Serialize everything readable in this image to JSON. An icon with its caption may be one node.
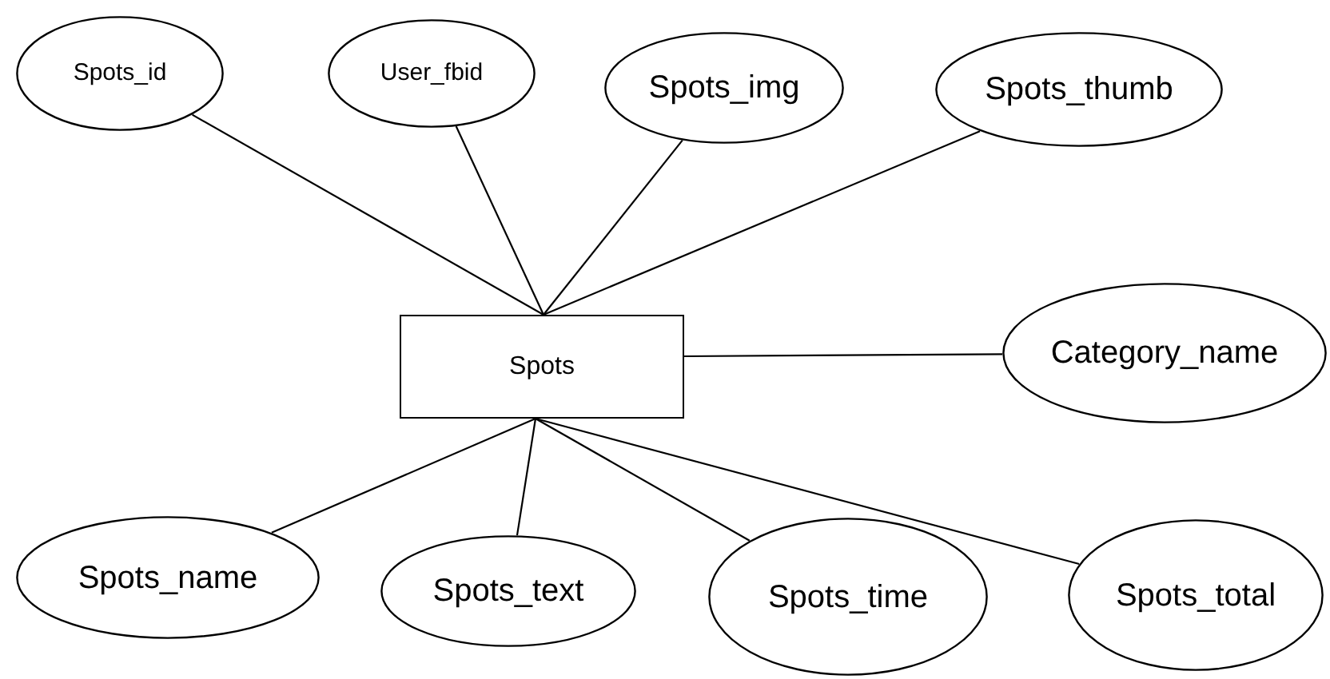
{
  "diagram": {
    "nodes": [
      {
        "text": [
          "Spots_id"
        ]
      },
      {
        "text": [
          "User_fbid"
        ]
      },
      {
        "text": [
          "Spots_img"
        ]
      },
      {
        "text": [
          "Spots_thumb"
        ]
      },
      {
        "text": [
          "Spots"
        ]
      },
      {
        "text": [
          "Category_name"
        ]
      },
      {
        "text": [
          "Spots_name"
        ]
      },
      {
        "text": [
          "Spots_text"
        ]
      },
      {
        "text": [
          "Spots_time"
        ]
      },
      {
        "text": [
          "Spots_total"
        ]
      }
    ],
    "edges": [
      {
        "from": 4,
        "to": 0,
        "arrow": "none"
      },
      {
        "from": 4,
        "to": 1,
        "arrow": "none"
      },
      {
        "from": 4,
        "to": 2,
        "arrow": "none"
      },
      {
        "from": 4,
        "to": 3,
        "arrow": "none"
      },
      {
        "from": 4,
        "to": 5,
        "arrow": "none"
      },
      {
        "from": 4,
        "to": 6,
        "arrow": "none"
      },
      {
        "from": 4,
        "to": 7,
        "arrow": "none"
      },
      {
        "from": 4,
        "to": 8,
        "arrow": "none"
      },
      {
        "from": 4,
        "to": 9,
        "arrow": "none"
      }
    ]
  }
}
